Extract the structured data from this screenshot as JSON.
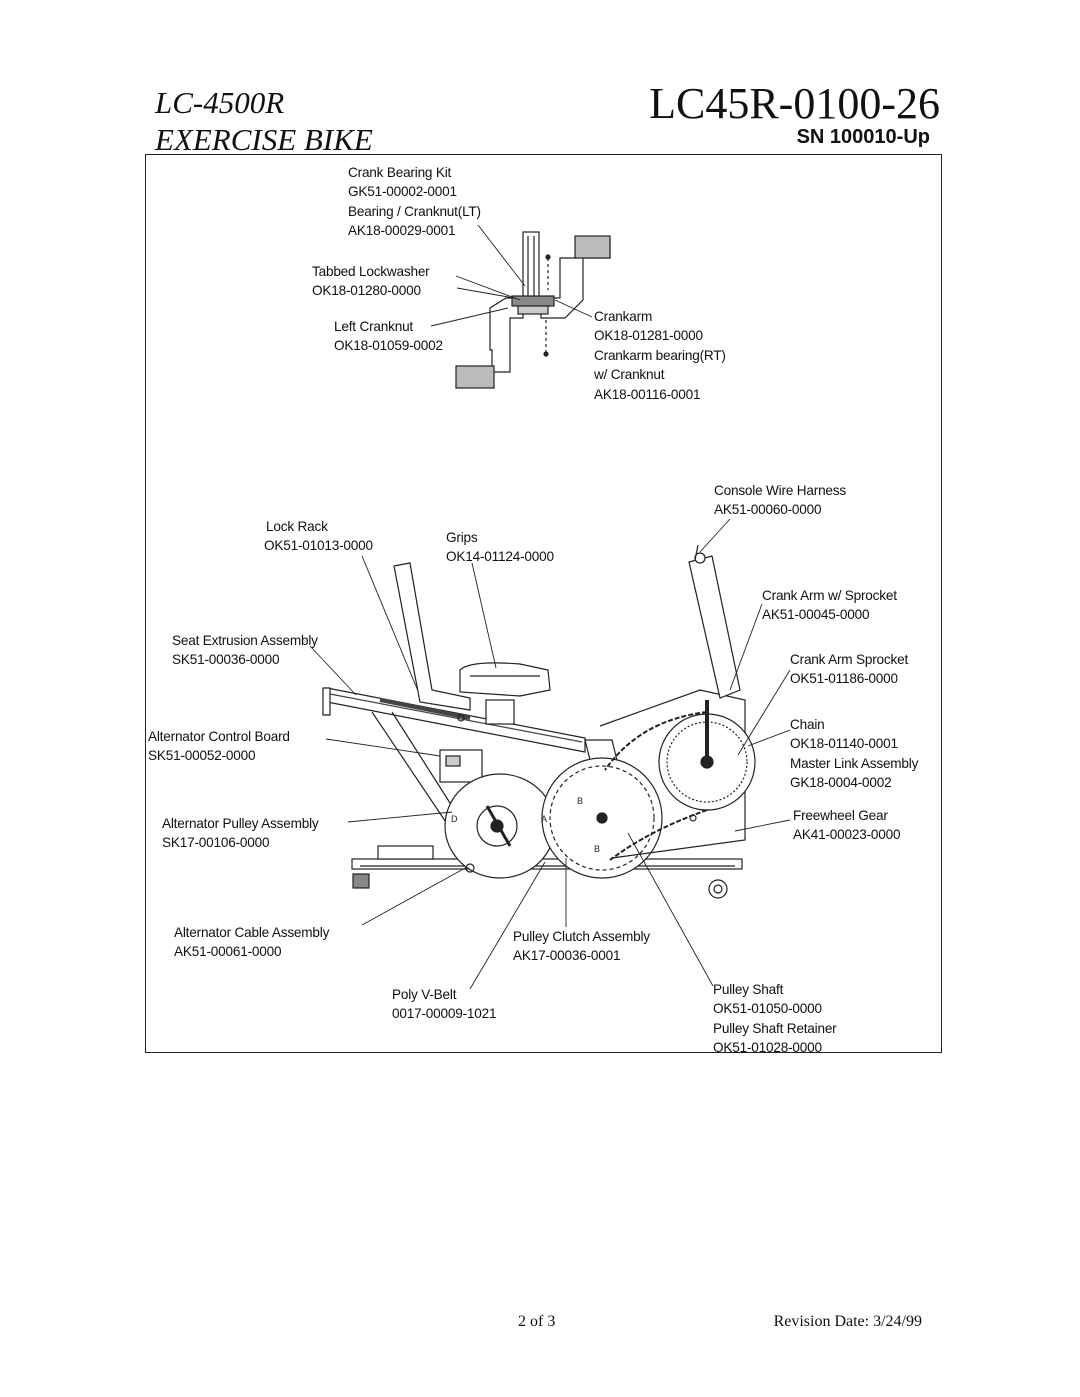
{
  "header": {
    "model_line1": "LC-4500R",
    "model_line2": "EXERCISE BIKE",
    "doc_number": "LC45R-0100-26",
    "serial_range": "SN 100010-Up"
  },
  "labels": {
    "crank_bearing_kit": [
      "Crank Bearing Kit",
      "GK51-00002-0001",
      "Bearing / Cranknut(LT)",
      "AK18-00029-0001"
    ],
    "tabbed_lockwasher": [
      "Tabbed Lockwasher",
      "OK18-01280-0000"
    ],
    "left_cranknut": [
      "Left Cranknut",
      "OK18-01059-0002"
    ],
    "crankarm": [
      "Crankarm",
      "OK18-01281-0000",
      "Crankarm bearing(RT)",
      "w/ Cranknut",
      "AK18-00116-0001"
    ],
    "console_wire_harness": [
      "Console Wire Harness",
      "AK51-00060-0000"
    ],
    "lock_rack": [
      "Lock Rack",
      "OK51-01013-0000"
    ],
    "grips": [
      "Grips",
      "OK14-01124-0000"
    ],
    "crank_arm_sprocket": [
      "Crank Arm w/ Sprocket",
      "AK51-00045-0000"
    ],
    "seat_extrusion": [
      "Seat Extrusion Assembly",
      "SK51-00036-0000"
    ],
    "crank_arm_sprocket_only": [
      "Crank Arm Sprocket",
      "OK51-01186-0000"
    ],
    "alternator_control_board": [
      "Alternator Control Board",
      "SK51-00052-0000"
    ],
    "chain": [
      "Chain",
      "OK18-01140-0001",
      "Master Link Assembly",
      "GK18-0004-0002"
    ],
    "alternator_pulley": [
      "Alternator Pulley Assembly",
      "SK17-00106-0000"
    ],
    "freewheel_gear": [
      "Freewheel Gear",
      "AK41-00023-0000"
    ],
    "alternator_cable": [
      "Alternator Cable Assembly",
      "AK51-00061-0000"
    ],
    "pulley_clutch": [
      "Pulley Clutch Assembly",
      "AK17-00036-0001"
    ],
    "poly_vbelt": [
      "Poly V-Belt",
      "0017-00009-1021"
    ],
    "pulley_shaft": [
      "Pulley Shaft",
      "OK51-01050-0000",
      "Pulley Shaft Retainer",
      "OK51-01028-0000"
    ]
  },
  "diagram_letters": {
    "a": "A",
    "b": "B",
    "d": "D"
  },
  "footer": {
    "page": "2 of 3",
    "revision": "Revision Date: 3/24/99"
  }
}
